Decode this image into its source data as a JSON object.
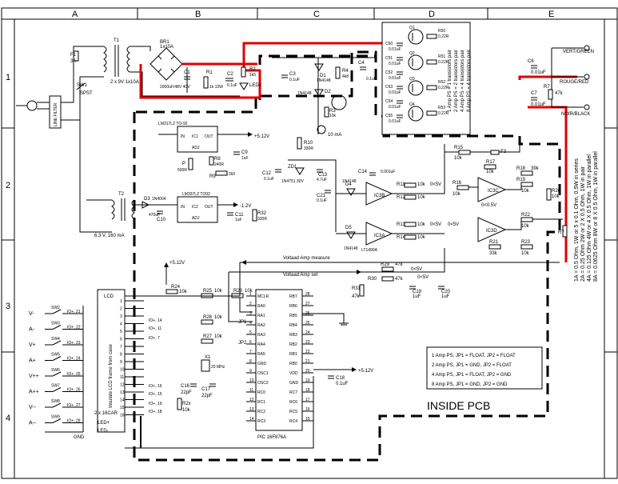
{
  "grid": {
    "columns": [
      "A",
      "B",
      "C",
      "D",
      "E"
    ],
    "rows": [
      "1",
      "2",
      "3",
      "4"
    ]
  },
  "labels": {
    "f1": "F1",
    "f1_val": "3A",
    "t1": "T1",
    "t1_sec": "2 x 9V 1x10A",
    "t2": "T2",
    "t2_sec": "6.3 V, 160 mA",
    "sw1": "SW1",
    "sw1_type": "SPST",
    "line_filter": "LINE FILTER",
    "br1": "BR1",
    "br1_val": "1x10A",
    "c1": "C1",
    "c1_val": "2000uF/48V 40V",
    "r1": "R1",
    "r1_val": "1k 10W",
    "c2": "C2",
    "c2_val": "0.1uF",
    "r2": "R2",
    "r2_val": "1k5",
    "led1": "LED1",
    "c3": "C3",
    "c3_val": "0.1uF",
    "d1": "D1",
    "d1_val": "1N4148",
    "d2": "D2",
    "d2_val": "1N4148",
    "r4": "R4",
    "r4_val": "4k8",
    "c4": "C4",
    "c4_val": "0.1uF",
    "r3": "R3",
    "r3_val": "10k",
    "ma": "10 mA",
    "reg_top": "LM317LZ TO-92",
    "reg_bot": "LM337LZ TO92",
    "in_lbl": "IN",
    "out_lbl": "OUT",
    "adj_lbl": "ADJ",
    "ic1": "IC1",
    "ic2": "IC2",
    "v512": "+5.12V",
    "vneg12": "-1.2V",
    "c9": "C9",
    "c9_val": "1uF",
    "r9": "R9",
    "r9_val": "2k0",
    "p": "P",
    "p_val": "500R",
    "r8": "R8",
    "r8_val": "240R",
    "r10": "R10",
    "r10_val": "330R",
    "d3": "D3",
    "d3_val": "1N4004",
    "c10": "C10",
    "c10_val": "470uF",
    "c11": "C11",
    "c11_val": "1uF",
    "r32": "R32",
    "r32_val": "330R",
    "c12": "C12",
    "c12_val": "0.1uF",
    "zd1": "ZD1",
    "zd1_val": "1N4751 30V",
    "c13": "C13",
    "c13_val": "4.7uF",
    "c21": "C21",
    "c21_val": "0.1uF",
    "d4": "D4",
    "d4_val": "1N4148",
    "d5": "D5",
    "d5_val": "1N4148",
    "c14": "C14",
    "c14_val": "0.001uF",
    "ic3a": "IC3A",
    "ic3b": "IC3B",
    "ic3c": "IC3C",
    "ic3d": "IC3D",
    "lt1490": "LT1490A",
    "r11": "R11",
    "r11_val": "10k",
    "r12": "R12",
    "r12_val": "10k",
    "r13": "R13",
    "r13_val": "10k",
    "r14": "R14",
    "r14_val": "10k",
    "r15": "R15",
    "r15_val": "10k",
    "r16": "R16",
    "r16_val": "10k",
    "r17": "R17",
    "r17_val": "10k",
    "r18": "R18",
    "r18_val": "39k",
    "r19": "R19",
    "r19_val": "10k",
    "r20": "R20",
    "r20_val": "10k",
    "r21": "R21",
    "r21_val": "33k",
    "r22": "R22",
    "r22_val": "10k",
    "r23": "R23",
    "r23_val": "10k",
    "r7": "R7",
    "r7_val": "47k",
    "f3": "F3",
    "range": "0<5V",
    "range2": "0<5V",
    "range3": "0<5V",
    "range4": "0<0.5V",
    "volt_meas": "Voltaad Amp measure",
    "volt_set": "Voltaad Amp set",
    "r29": "R29",
    "r29_val": "47k",
    "r30": "R30",
    "r30_val": "47k",
    "r31": "R31",
    "r31_val": "47k",
    "c19": "C19",
    "c19_val": "1uF",
    "c20": "C20",
    "c20_val": "1uF",
    "r25": "R25",
    "r25_val": "10k",
    "r26": "R26",
    "r26_val": "10k",
    "r27": "R27",
    "r27_val": "10k",
    "r28": "R28",
    "r28_val": "10k",
    "r24": "R24",
    "r24_val": "10k",
    "r2x": "R2x",
    "r2x_val": "10k",
    "x1": "X1",
    "x1_val": "20 MHz",
    "c16": "C16",
    "c16_val": "22pF",
    "c17": "C17",
    "c17_val": "22pF",
    "c18": "C18",
    "c18_val": "0.1uF",
    "jp1": "JP1",
    "jp2": "JP2",
    "pic": "PIC 16F876A",
    "lcd": "LCD",
    "lcd_note": "Insulate LCD frame from case",
    "lcd_model": "2 x 16CAR",
    "led_plus": "LED+",
    "led_minus": "LED-",
    "gnd": "GND",
    "vert_green": "VERT/GREEN",
    "rouge_red": "ROUGE/RED",
    "noir_black": "NOIR/BLACK",
    "c6": "C6",
    "c6_val": "0.01uF",
    "c7": "C7",
    "c7_val": "0.01uF",
    "inside_pcb": "INSIDE PCB"
  },
  "pic_pins_left": [
    {
      "num": "1",
      "name": "MCLR"
    },
    {
      "num": "2",
      "name": "RA0"
    },
    {
      "num": "3",
      "name": "RA1"
    },
    {
      "num": "4",
      "name": "RA2"
    },
    {
      "num": "5",
      "name": "RA3"
    },
    {
      "num": "6",
      "name": "RA4"
    },
    {
      "num": "7",
      "name": "RA5"
    },
    {
      "num": "8",
      "name": "GND"
    },
    {
      "num": "9",
      "name": "OSC1"
    },
    {
      "num": "10",
      "name": "OSC2"
    },
    {
      "num": "11",
      "name": "RC0"
    },
    {
      "num": "12",
      "name": "RC1"
    },
    {
      "num": "13",
      "name": "RC2"
    },
    {
      "num": "14",
      "name": "RC3"
    }
  ],
  "pic_pins_right": [
    {
      "num": "28",
      "name": "RB7"
    },
    {
      "num": "27",
      "name": "RB6"
    },
    {
      "num": "26",
      "name": "RB5"
    },
    {
      "num": "25",
      "name": "RB4"
    },
    {
      "num": "24",
      "name": "RB3"
    },
    {
      "num": "23",
      "name": "RB2"
    },
    {
      "num": "22",
      "name": "RB1"
    },
    {
      "num": "21",
      "name": "RB0"
    },
    {
      "num": "20",
      "name": "VDD"
    },
    {
      "num": "19",
      "name": "GND"
    },
    {
      "num": "18",
      "name": "RC7"
    },
    {
      "num": "17",
      "name": "RC6"
    },
    {
      "num": "16",
      "name": "RC5"
    },
    {
      "num": "15",
      "name": "RC4"
    }
  ],
  "lcd_pins": [
    "1",
    "2",
    "3",
    "4",
    "5",
    "6",
    "7",
    "8",
    "9",
    "10",
    "11",
    "12",
    "13",
    "14",
    "15",
    "16"
  ],
  "switches": [
    {
      "side": "V-",
      "sw": "SW2",
      "io": "IO+, 21"
    },
    {
      "side": "A-",
      "sw": "SW3",
      "io": "IO+, 22"
    },
    {
      "side": "V+",
      "sw": "SW4",
      "io": "IO+, 23"
    },
    {
      "side": "A+",
      "sw": "SW5",
      "io": "IO+, 24"
    },
    {
      "side": "V++",
      "sw": "SW6",
      "io": "IO+, 25"
    },
    {
      "side": "A++",
      "sw": "SW7",
      "io": "IO+, 26"
    },
    {
      "side": "V--",
      "sw": "SW8",
      "io": "IO+, 27"
    },
    {
      "side": "A--",
      "sw": "SW9",
      "io": "IO+, 28"
    }
  ],
  "lcd_io_labels": [
    "IO+, 14",
    "IO+, 11",
    "IO+, 7",
    "IO+, 16",
    "IO+, 15",
    "IO+, 19",
    "IO+, 18"
  ],
  "transistors": [
    {
      "q": "Q1",
      "r": "R50",
      "rv": "0.22R"
    },
    {
      "q": "Q2",
      "r": "R51",
      "rv": "0.22R"
    },
    {
      "q": "Q3",
      "r": "R52",
      "rv": "0.22R"
    },
    {
      "q": "Q4",
      "r": "R53",
      "rv": "0.22R"
    }
  ],
  "tr_caps": [
    "C50",
    "C51",
    "C52",
    "C53",
    "C54",
    "C55"
  ],
  "tr_caps_val": "0.01uF",
  "amp_ps_vertical": [
    "1 Amp PS = 1 transistors pair",
    "2 Amp PS = 2 transistors pair",
    "4 Amp PS = 4 transistors pair",
    "8 Amp PS = 4 transistors pair"
  ],
  "shunt_notes": [
    "1A = 0.5 Ohm, 1W or 5 x 0.1 Ohm, 0.5W in series",
    "2A = 0.25 Ohm 2W or 2 X 0.5 Ohm, 1W in pair",
    "4A = 0.125 Ohm 4W or 4 X 0.5 Ohm, 1W in parallel",
    "8A = 0.0625 Ohm 8W or 8 X 0.5 Ohm, 1W in parallel"
  ],
  "jumper_table": [
    "1 Amp PS, JP1 = FLOAT, JP2 = FLOAT",
    "2 Amp PS, JP1 = GND, JP2 = FLOAT",
    "4 Amp PS, JP1 = FLOAT, JP2 = GND",
    "8 Amp PS, JP1 = GND, JP2 = GND"
  ]
}
